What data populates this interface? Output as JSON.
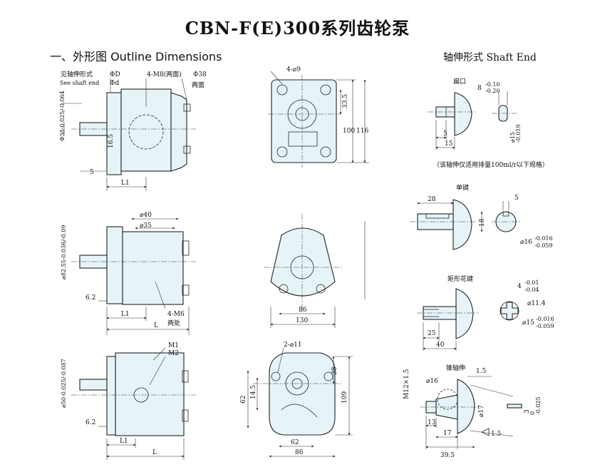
{
  "title": "CBN-F(E)300系列齿轮泵",
  "section_heading": "一、外形图 Outline Dimensions",
  "shaft_heading": "轴伸形式    Shaft End",
  "view_top_left": {
    "labels": [
      "见轴伸形式",
      "See shaft end",
      "ΦD",
      "Φd",
      "4-M8(两面)",
      "Φ38",
      "两面",
      "16.5",
      "5",
      "L1"
    ],
    "shaft_dim": "Φ38-0.025/-0.064"
  },
  "view_top_front": {
    "labels": [
      "4-⌀9",
      "33.5",
      "100",
      "116"
    ]
  },
  "view_mid_left": {
    "labels": [
      "⌀40",
      "⌀35",
      "6.2",
      "L1",
      "L",
      "4-M6",
      "两处"
    ],
    "shaft_dim": "⌀82.55-0.036/-0.09"
  },
  "view_mid_front": {
    "labels": [
      "86",
      "130"
    ]
  },
  "view_bottom_left": {
    "labels": [
      "M1",
      "M2",
      "6.2",
      "L1",
      "L"
    ],
    "shaft_dim": "⌀50-0.025/-0.087"
  },
  "view_bottom_front": {
    "labels": [
      "2-⌀11",
      "38",
      "14.5",
      "62",
      "109",
      "62",
      "86"
    ]
  },
  "shaft_flat": {
    "label": "扁口",
    "labels": [
      "8",
      "-0.10",
      "-0.20",
      "5",
      "15",
      "⌀15",
      "-0.019"
    ]
  },
  "shaft_note": "（该轴伸仅适用排量100ml/r以下规格）",
  "shaft_key": {
    "label": "单键",
    "labels": [
      "28",
      "5",
      "18",
      "⌀16",
      "-0.016",
      "-0.059"
    ]
  },
  "shaft_spline": {
    "label": "矩形花键",
    "labels": [
      "4",
      "-0.01",
      "-0.04",
      "⌀11.4",
      "⌀15",
      "-0.016",
      "-0.059",
      "25",
      "40"
    ]
  },
  "shaft_taper": {
    "label": "锥轴伸",
    "labels": [
      "M12×1.5",
      "⌀16",
      "1.5",
      "⌀17",
      "3",
      "0",
      "-0.025",
      "13",
      "17",
      "1.5",
      "39.5"
    ]
  }
}
